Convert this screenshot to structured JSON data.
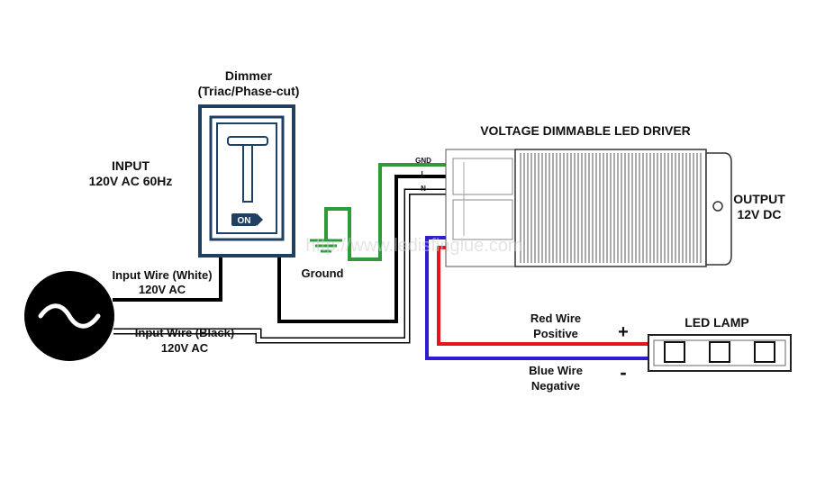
{
  "dimmer": {
    "title": "Dimmer",
    "subtitle": "(Triac/Phase-cut)",
    "switch_label": "ON"
  },
  "input": {
    "title": "INPUT",
    "spec": "120V AC 60Hz",
    "white_wire": "Input Wire (White)",
    "white_voltage": "120V AC",
    "black_wire": "Input Wire (Black)",
    "black_voltage": "120V AC"
  },
  "ground_label": "Ground",
  "driver": {
    "title": "VOLTAGE DIMMABLE LED DRIVER",
    "terminal_gnd": "GND",
    "terminal_l": "L",
    "terminal_n": "N"
  },
  "output": {
    "title": "OUTPUT",
    "spec": "12V DC"
  },
  "watermark": "http://www.ledisfinglue.com",
  "led": {
    "title": "LED LAMP",
    "red_wire": "Red Wire",
    "red_polarity": "Positive",
    "plus": "+",
    "blue_wire": "Blue Wire",
    "blue_polarity": "Negative",
    "minus": "-"
  },
  "colors": {
    "ground": "#2e9a3a",
    "red": "#e5141c",
    "blue": "#2d1bd6",
    "black": "#000000",
    "dimmer_frame": "#1f3f63"
  }
}
